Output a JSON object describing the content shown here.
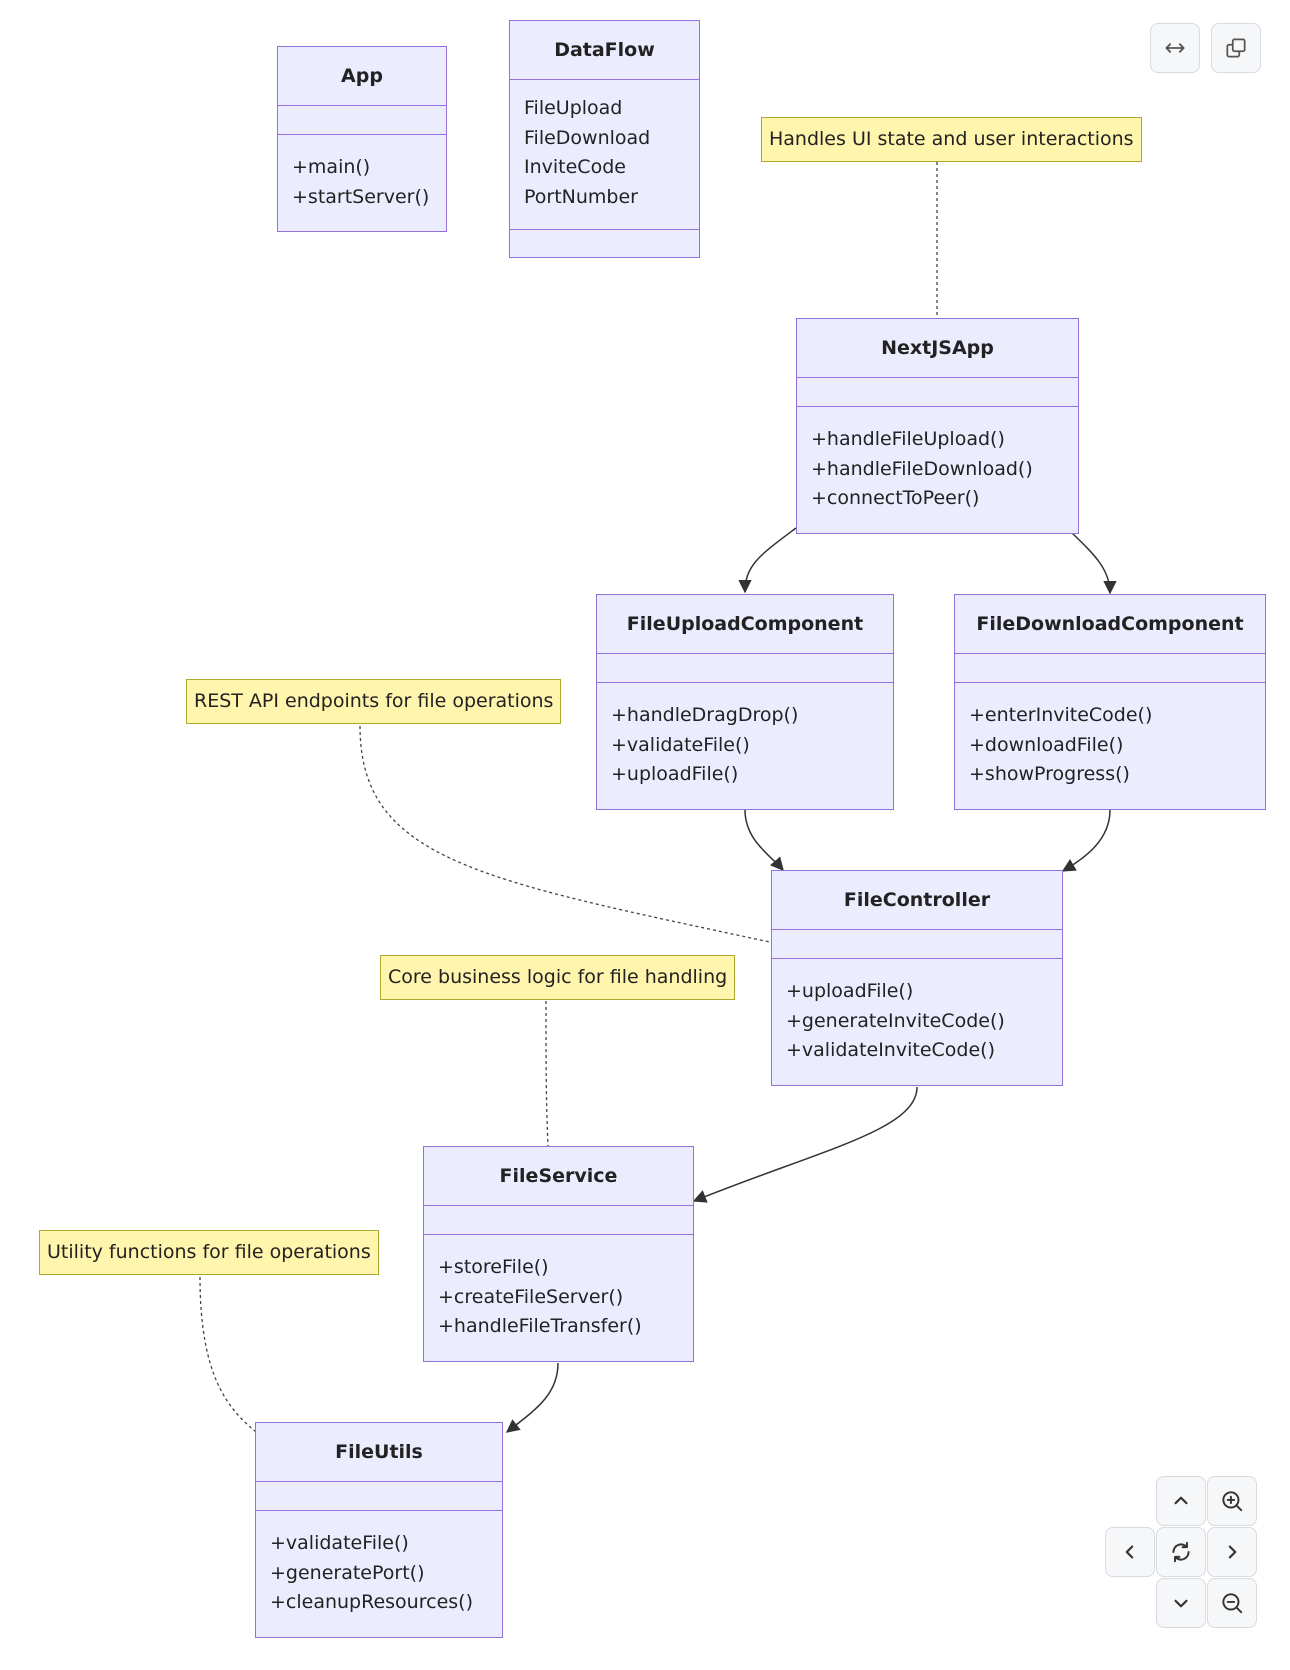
{
  "classes": {
    "app": {
      "name": "App",
      "attributes": [],
      "methods": [
        "+main()",
        "+startServer()"
      ]
    },
    "dataflow": {
      "name": "DataFlow",
      "attributes": [
        "FileUpload",
        "FileDownload",
        "InviteCode",
        "PortNumber"
      ],
      "methods": []
    },
    "nextjsapp": {
      "name": "NextJSApp",
      "attributes": [],
      "methods": [
        "+handleFileUpload()",
        "+handleFileDownload()",
        "+connectToPeer()"
      ]
    },
    "fileupload": {
      "name": "FileUploadComponent",
      "attributes": [],
      "methods": [
        "+handleDragDrop()",
        "+validateFile()",
        "+uploadFile()"
      ]
    },
    "filedownload": {
      "name": "FileDownloadComponent",
      "attributes": [],
      "methods": [
        "+enterInviteCode()",
        "+downloadFile()",
        "+showProgress()"
      ]
    },
    "filecontroller": {
      "name": "FileController",
      "attributes": [],
      "methods": [
        "+uploadFile()",
        "+generateInviteCode()",
        "+validateInviteCode()"
      ]
    },
    "fileservice": {
      "name": "FileService",
      "attributes": [],
      "methods": [
        "+storeFile()",
        "+createFileServer()",
        "+handleFileTransfer()"
      ]
    },
    "fileutils": {
      "name": "FileUtils",
      "attributes": [],
      "methods": [
        "+validateFile()",
        "+generatePort()",
        "+cleanupResources()"
      ]
    }
  },
  "notes": {
    "ui": "Handles UI state and user interactions",
    "rest": "REST API endpoints for file operations",
    "core": "Core business logic for file handling",
    "util": "Utility functions for file operations"
  },
  "colors": {
    "class_fill": "#ECECFF",
    "class_border": "#9370DB",
    "note_fill": "#FFF5AD",
    "note_border": "#AAAA33",
    "edge": "#333333"
  },
  "toolbar": {
    "top_icons": [
      "expand-horizontal-icon",
      "copy-icon"
    ],
    "nav_icons": [
      "chevron-up-icon",
      "zoom-in-icon",
      "chevron-left-icon",
      "reset-icon",
      "chevron-right-icon",
      "chevron-down-icon",
      "zoom-out-icon"
    ]
  }
}
